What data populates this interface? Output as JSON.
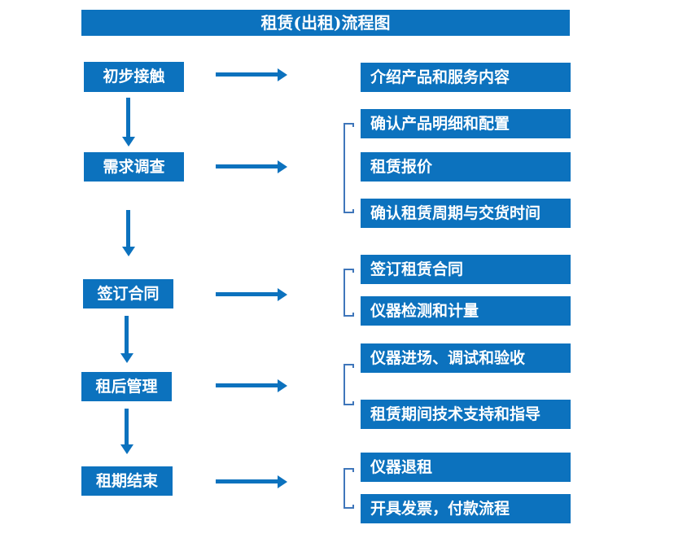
{
  "title": "租赁(出租)流程图",
  "colors": {
    "primary_blue": "#0C72BE",
    "bracket_blue": "#3F76BA",
    "text_white": "#FFFFFF",
    "background": "#FFFFFF"
  },
  "stages": [
    {
      "label": "初步接触"
    },
    {
      "label": "需求调查"
    },
    {
      "label": "签订合同"
    },
    {
      "label": "租后管理"
    },
    {
      "label": "租期结束"
    }
  ],
  "steps": [
    {
      "label": "介绍产品和服务内容"
    },
    {
      "label": "确认产品明细和配置"
    },
    {
      "label": "租赁报价"
    },
    {
      "label": "确认租赁周期与交货时间"
    },
    {
      "label": "签订租赁合同"
    },
    {
      "label": "仪器检测和计量"
    },
    {
      "label": "仪器进场、调试和验收"
    },
    {
      "label": "租赁期间技术支持和指导"
    },
    {
      "label": "仪器退租"
    },
    {
      "label": "开具发票，付款流程"
    }
  ],
  "stage_step_map": [
    {
      "stage": "初步接触",
      "steps": [
        "介绍产品和服务内容"
      ]
    },
    {
      "stage": "需求调查",
      "steps": [
        "确认产品明细和配置",
        "租赁报价",
        "确认租赁周期与交货时间"
      ]
    },
    {
      "stage": "签订合同",
      "steps": [
        "签订租赁合同",
        "仪器检测和计量"
      ]
    },
    {
      "stage": "租后管理",
      "steps": [
        "仪器进场、调试和验收",
        "租赁期间技术支持和指导"
      ]
    },
    {
      "stage": "租期结束",
      "steps": [
        "仪器退租",
        "开具发票，付款流程"
      ]
    }
  ]
}
